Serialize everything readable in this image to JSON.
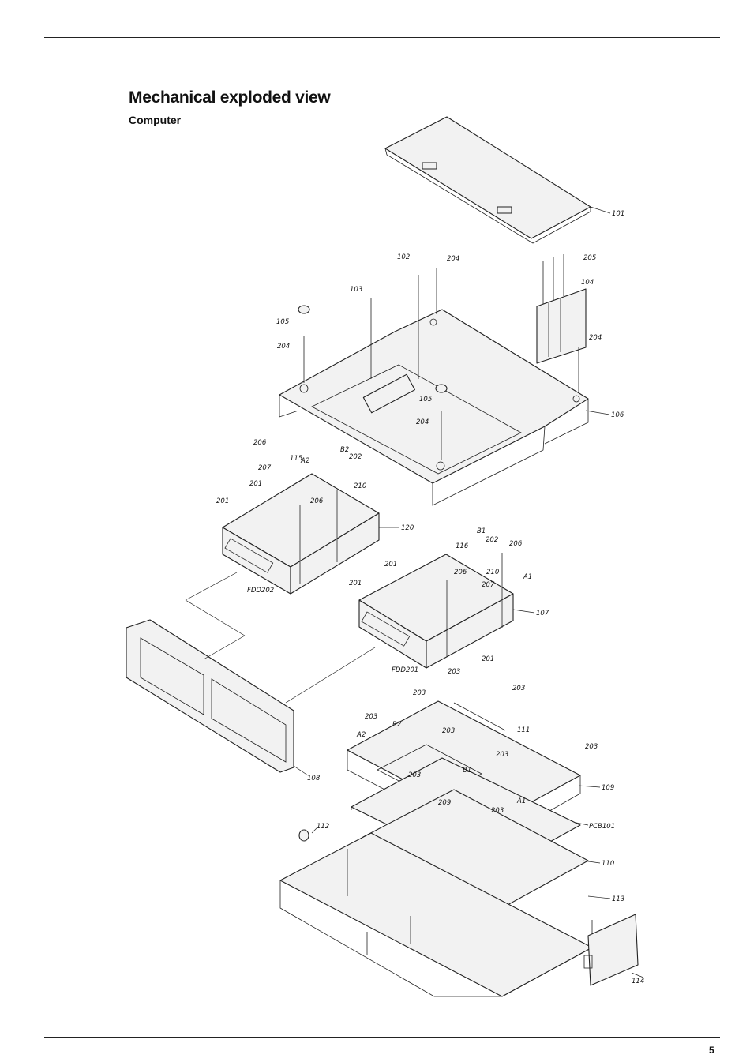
{
  "header": {
    "title": "Mechanical exploded view",
    "subtitle": "Computer"
  },
  "footer": {
    "page_number": "5"
  },
  "callouts": [
    {
      "id": "c101",
      "text": "101"
    },
    {
      "id": "c102",
      "text": "102"
    },
    {
      "id": "c204a",
      "text": "204"
    },
    {
      "id": "c205",
      "text": "205"
    },
    {
      "id": "c104",
      "text": "104"
    },
    {
      "id": "c103",
      "text": "103"
    },
    {
      "id": "c105a",
      "text": "105"
    },
    {
      "id": "c204b",
      "text": "204"
    },
    {
      "id": "c204c",
      "text": "204"
    },
    {
      "id": "c105b",
      "text": "105"
    },
    {
      "id": "c204d",
      "text": "204"
    },
    {
      "id": "c106",
      "text": "106"
    },
    {
      "id": "c206a",
      "text": "206"
    },
    {
      "id": "c115",
      "text": "115"
    },
    {
      "id": "cA2a",
      "text": "A2"
    },
    {
      "id": "c207a",
      "text": "207"
    },
    {
      "id": "cB2a",
      "text": "B2"
    },
    {
      "id": "c202a",
      "text": "202"
    },
    {
      "id": "c210a",
      "text": "210"
    },
    {
      "id": "c201a",
      "text": "201"
    },
    {
      "id": "c201b",
      "text": "201"
    },
    {
      "id": "c206b",
      "text": "206"
    },
    {
      "id": "c120",
      "text": "120"
    },
    {
      "id": "cB1a",
      "text": "B1"
    },
    {
      "id": "c116",
      "text": "116"
    },
    {
      "id": "c202b",
      "text": "202"
    },
    {
      "id": "c206c",
      "text": "206"
    },
    {
      "id": "c210b",
      "text": "210"
    },
    {
      "id": "c201c",
      "text": "201"
    },
    {
      "id": "c206d",
      "text": "206"
    },
    {
      "id": "c207b",
      "text": "207"
    },
    {
      "id": "cA1a",
      "text": "A1"
    },
    {
      "id": "cFDD202",
      "text": "FDD202"
    },
    {
      "id": "c201d",
      "text": "201"
    },
    {
      "id": "c107",
      "text": "107"
    },
    {
      "id": "c201e",
      "text": "201"
    },
    {
      "id": "cFDD201",
      "text": "FDD201"
    },
    {
      "id": "c203a",
      "text": "203"
    },
    {
      "id": "c203b",
      "text": "203"
    },
    {
      "id": "c203c",
      "text": "203"
    },
    {
      "id": "c203d",
      "text": "203"
    },
    {
      "id": "c111",
      "text": "111"
    },
    {
      "id": "cB2b",
      "text": "B2"
    },
    {
      "id": "c203e",
      "text": "203"
    },
    {
      "id": "cA2b",
      "text": "A2"
    },
    {
      "id": "c203f",
      "text": "203"
    },
    {
      "id": "c203g",
      "text": "203"
    },
    {
      "id": "c203h",
      "text": "203"
    },
    {
      "id": "cB1b",
      "text": "B1"
    },
    {
      "id": "c108",
      "text": "108"
    },
    {
      "id": "c109",
      "text": "109"
    },
    {
      "id": "c209",
      "text": "209"
    },
    {
      "id": "c203i",
      "text": "203"
    },
    {
      "id": "cA1b",
      "text": "A1"
    },
    {
      "id": "cPCB101",
      "text": "PCB101"
    },
    {
      "id": "c112",
      "text": "112"
    },
    {
      "id": "c110",
      "text": "110"
    },
    {
      "id": "c113",
      "text": "113"
    },
    {
      "id": "c114",
      "text": "114"
    }
  ]
}
